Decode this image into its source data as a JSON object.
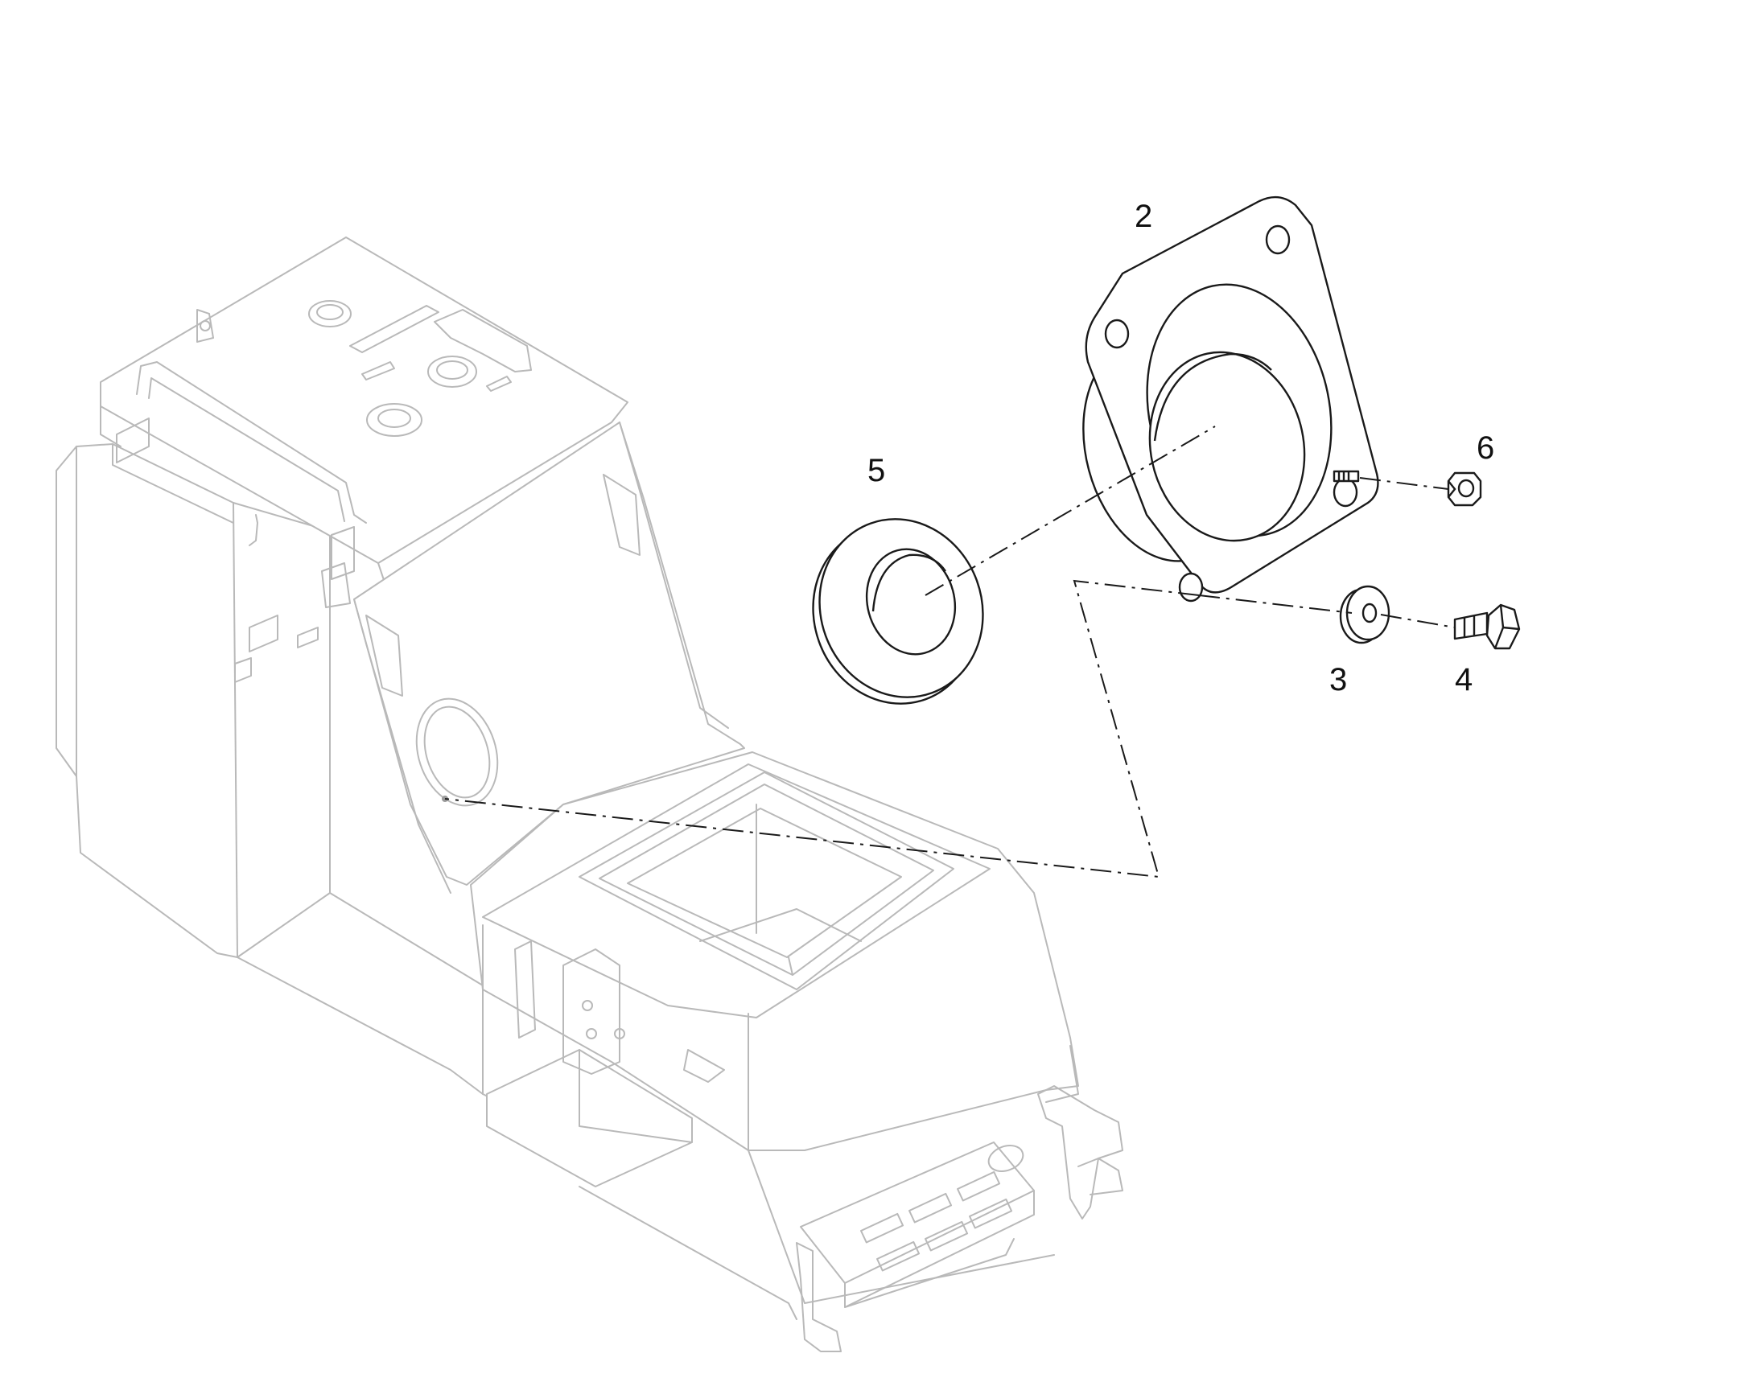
{
  "callouts": {
    "c2": "2",
    "c3": "3",
    "c4": "4",
    "c5": "5",
    "c6": "6"
  },
  "colors": {
    "part_stroke": "#1a1a1a",
    "ghost_stroke": "#b9b9b9",
    "background": "#ffffff"
  }
}
